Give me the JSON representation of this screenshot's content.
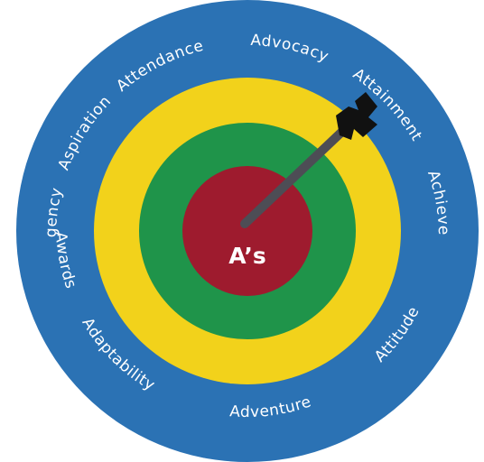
{
  "diagram": {
    "center_label": "A’s",
    "ring_words": [
      "Attendance",
      "Advocacy",
      "Attainment",
      "Achievement",
      "Attitude",
      "Adventure",
      "Adaptability",
      "Awards",
      "Agency",
      "Aspiration"
    ],
    "colors": {
      "outer_ring": "#2b72b4",
      "yellow_ring": "#f2d21b",
      "green_ring": "#1f944a",
      "bullseye": "#9e1b2e",
      "arrow_shaft": "#4d4d55",
      "arrow_fletching": "#111111",
      "text": "#ffffff"
    },
    "icon": "arrow-in-bullseye"
  }
}
